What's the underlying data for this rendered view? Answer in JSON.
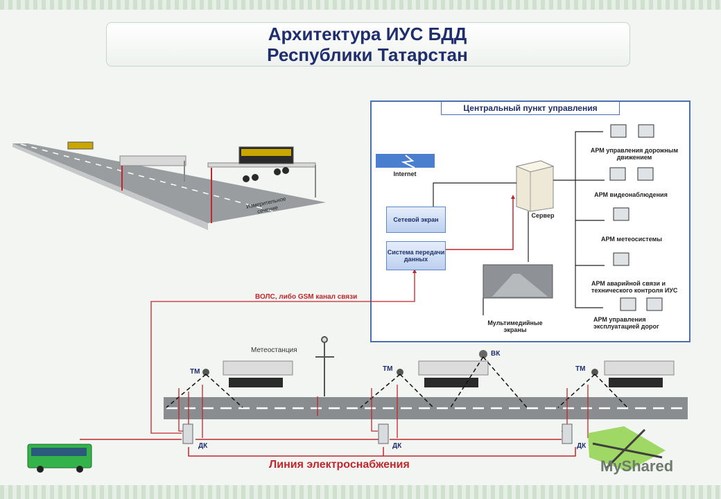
{
  "title": {
    "line1": "Архитектура ИУС БДД",
    "line2": "Республики Татарстан"
  },
  "control_center": {
    "heading": "Центральный пункт управления",
    "internet": "Internet",
    "firewall": "Сетевой экран",
    "data_system": "Система передачи данных",
    "server": "Сервер",
    "screens": "Мультимедийные экраны",
    "workstations": [
      "АРМ управления дорожным движением",
      "АРМ видеонаблюдения",
      "АРМ метеосистемы",
      "АРМ аварийной связи и технического контроля ИУС",
      "АРМ управления эксплуатацией дорог"
    ]
  },
  "road": {
    "measure_section": "Измерительное сечение",
    "comm_channel": "ВОЛС, либо GSM канал связи",
    "weather_station": "Метеостанция",
    "tm": "ТМ",
    "vk": "ВК",
    "dk": "ДК",
    "power_line": "Линия электроснабжения"
  },
  "watermark": "MyShared",
  "colors": {
    "title": "#1f2f6e",
    "red": "#c0262b",
    "frame": "#4a6fb3",
    "road": "#8a8d90"
  }
}
